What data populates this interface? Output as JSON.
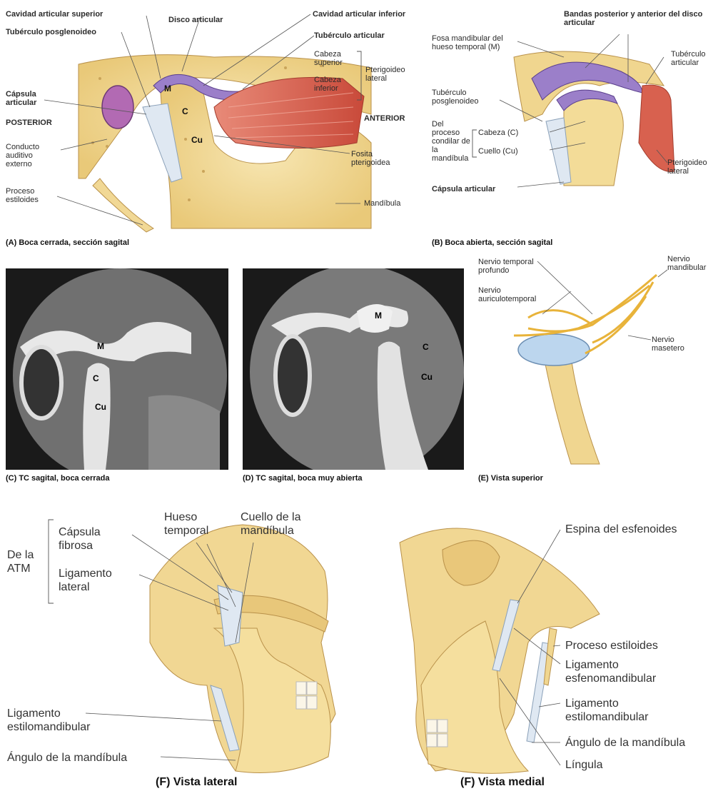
{
  "panelA": {
    "labels": {
      "cav_sup": "Cavidad articular superior",
      "disco": "Disco articular",
      "cav_inf": "Cavidad articular inferior",
      "tub_posg": "Tubérculo posglenoideo",
      "tub_art": "Tubérculo articular",
      "cabeza_sup": "Cabeza superior",
      "cabeza_inf": "Cabeza inferior",
      "ptg_lateral": "Pterigoideo lateral",
      "capsula": "Cápsula articular",
      "posterior": "POSTERIOR",
      "anterior": "ANTERIOR",
      "conducto": "Conducto auditivo externo",
      "fosita": "Fosita pterigoidea",
      "proceso_est": "Proceso estiloides",
      "mandibula": "Mandíbula",
      "M": "M",
      "C": "C",
      "Cu": "Cu"
    },
    "caption": "(A) Boca cerrada, sección sagital"
  },
  "panelB": {
    "labels": {
      "bandas": "Bandas posterior y anterior del disco articular",
      "fosa": "Fosa mandibular del hueso temporal (M)",
      "tub_art": "Tubérculo articular",
      "tub_posg": "Tubérculo posglenoideo",
      "del_proceso": "Del proceso condilar de la mandíbula",
      "cabeza": "Cabeza (C)",
      "cuello": "Cuello (Cu)",
      "ptg_lateral": "Pterigoideo lateral",
      "capsula": "Cápsula articular"
    },
    "caption": "(B) Boca abierta, sección sagital"
  },
  "panelC": {
    "labels": {
      "M": "M",
      "C": "C",
      "Cu": "Cu"
    },
    "caption": "(C) TC sagital, boca cerrada"
  },
  "panelD": {
    "labels": {
      "M": "M",
      "C": "C",
      "Cu": "Cu"
    },
    "caption": "(D) TC sagital, boca muy abierta"
  },
  "panelE": {
    "labels": {
      "n_temporal": "Nervio temporal profundo",
      "n_auriculo": "Nervio auriculotemporal",
      "n_mandibular": "Nervio mandibular",
      "n_masetero": "Nervio masetero"
    },
    "caption": "(E) Vista superior"
  },
  "panelF1": {
    "labels": {
      "de_la_atm": "De la ATM",
      "capsula": "Cápsula fibrosa",
      "lig_lateral": "Ligamento lateral",
      "hueso_temporal": "Hueso temporal",
      "cuello": "Cuello de la mandíbula",
      "lig_estilo": "Ligamento estilomandibular",
      "angulo": "Ángulo de la mandíbula"
    },
    "caption": "(F) Vista lateral"
  },
  "panelF2": {
    "labels": {
      "espina": "Espina del esfenoides",
      "proceso_est": "Proceso estiloides",
      "lig_esfeno": "Ligamento esfenomandibular",
      "lig_estilo": "Ligamento estilomandibular",
      "angulo": "Ángulo de la mandíbula",
      "lingula": "Língula"
    },
    "caption": "(F) Vista medial"
  },
  "colors": {
    "bone": "#f3dc98",
    "bone_dark": "#e2bf6b",
    "disc": "#9b7fc9",
    "muscle": "#d8614f",
    "capsule": "#c8d7e8",
    "nerve": "#f0c34a",
    "ct_bg": "#6e6e6e"
  }
}
